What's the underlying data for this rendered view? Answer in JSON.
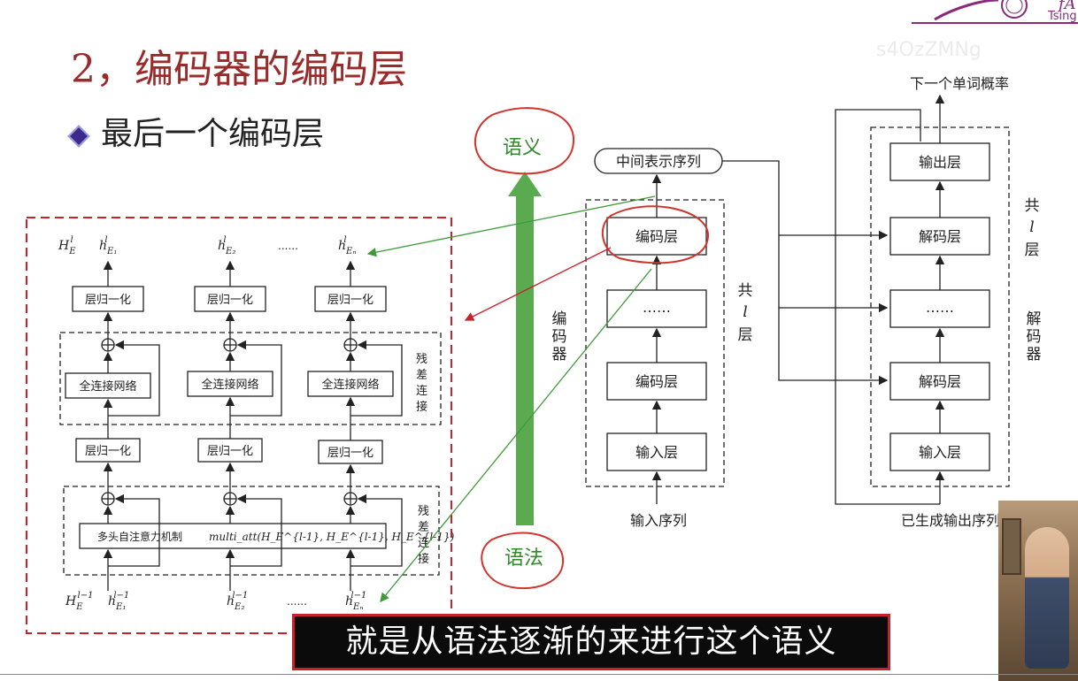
{
  "slide": {
    "title": "2，编码器的编码层",
    "bullet": "最后一个编码层",
    "subtitle": "就是从语法逐渐的来进行这个语义",
    "logo_text": "Tsing",
    "watermark": "s4OzZMNg"
  },
  "left_diagram": {
    "outputs": [
      "H",
      "h",
      "h",
      "h"
    ],
    "output_subs": [
      "E",
      "E₁",
      "E₂",
      "Eₙ"
    ],
    "output_sups": [
      "l",
      "l",
      "l",
      "l"
    ],
    "ellipsis": "......",
    "layernorm": "层归一化",
    "ffn": "全连接网络",
    "mha_label": "多头自注意力机制",
    "mha_formula": "multi_att(H",
    "mha_formula_tail": "E",
    "mha_full": "multi_att(H_E^{l-1}, H_E^{l-1}, H_E^{l-1})",
    "mha_display_a": "multi_att",
    "residual_top": "残差连接",
    "residual_bottom": "残差连接",
    "inputs": [
      "H",
      "h",
      "h",
      "h"
    ],
    "input_subs": [
      "E",
      "E₁",
      "E₂",
      "Eₙ"
    ],
    "input_sups": [
      "l−1",
      "l−1",
      "l−1",
      "l−1"
    ]
  },
  "middle_diagram": {
    "output": "中间表示序列",
    "encoder_layer": "编码层",
    "ellipsis_box": "……",
    "input_layer": "输入层",
    "input": "输入序列",
    "side_label": "编码器",
    "count_label_a": "共",
    "count_label_b": "l",
    "count_label_c": "层"
  },
  "right_diagram": {
    "output": "下一个单词概率",
    "output_layer": "输出层",
    "decoder_layer": "解码层",
    "ellipsis_box": "……",
    "input_layer": "输入层",
    "input": "已生成输出序列",
    "side_label": "解码器",
    "count_label_a": "共",
    "count_label_b": "l",
    "count_label_c": "层"
  },
  "annotations": {
    "top_word": "语义",
    "bottom_word": "语法"
  },
  "colors": {
    "title": "#9b2a2a",
    "dashed_red": "#c8222a",
    "green_arrow": "#5aab4f",
    "annotation_red": "#d0342c"
  }
}
